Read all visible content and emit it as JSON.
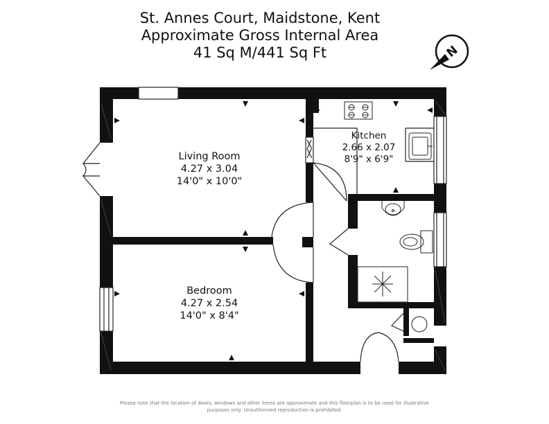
{
  "header": {
    "line1": "St. Annes Court, Maidstone, Kent",
    "line2": "Approximate Gross Internal Area",
    "line3": "41 Sq M/441 Sq Ft"
  },
  "compass": {
    "letter": "N",
    "icon": "north-arrow-icon"
  },
  "rooms": {
    "living": {
      "name": "Living Room",
      "metric": "4.27 x 3.04",
      "imperial": "14'0\" x 10'0\""
    },
    "bedroom": {
      "name": "Bedroom",
      "metric": "4.27 x 2.54",
      "imperial": "14'0\" x 8'4\""
    },
    "kitchen": {
      "name": "Kitchen",
      "metric": "2.66 x 2.07",
      "imperial": "8'9\" x 6'9\""
    }
  },
  "fixtures": [
    "hob-icon",
    "sink-icon",
    "basin-icon",
    "toilet-icon",
    "shower-tray-icon",
    "boiler-icon"
  ],
  "disclaimer": {
    "line1": "Please note that the location of doors, windows and other items are approximate and this floorplan is to be used for illustrative",
    "line2": "purposes only. Unauthorized reproduction is prohibited."
  },
  "colors": {
    "wall": "#111111",
    "line": "#222222",
    "background": "#ffffff",
    "note": "#777777"
  }
}
